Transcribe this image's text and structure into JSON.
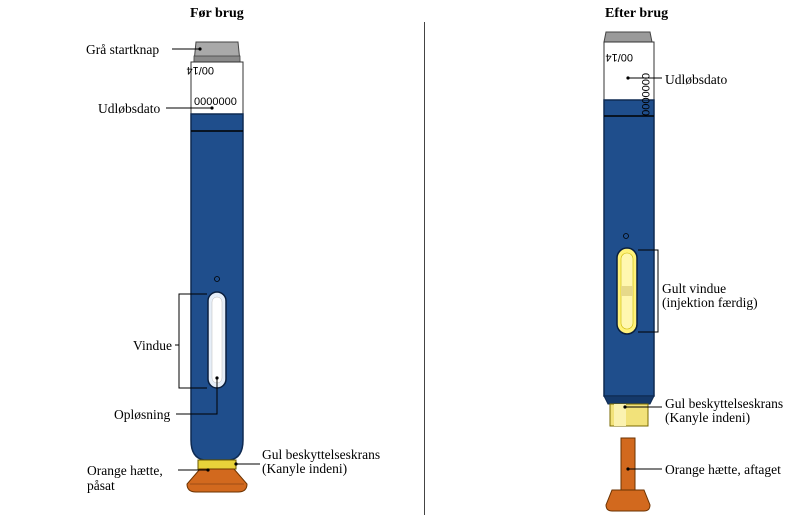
{
  "before": {
    "title": "Før brug",
    "labels": {
      "start_button": "Grå startknap",
      "expiry": "Udløbsdato",
      "window": "Vindue",
      "solution": "Opløsning",
      "collar_line1": "Gul beskyttelseskrans",
      "collar_line2": "(Kanyle indeni)",
      "cap_line1": "Orange hætte,",
      "cap_line2": "påsat"
    },
    "pen_label": {
      "date": "00/14",
      "lot": "0000000"
    }
  },
  "after": {
    "title": "Efter brug",
    "labels": {
      "expiry": "Udløbsdato",
      "window_line1": "Gult vindue",
      "window_line2": "(injektion færdig)",
      "collar_line1": "Gul beskyttelseskrans",
      "collar_line2": "(Kanyle indeni)",
      "cap": "Orange hætte, aftaget"
    },
    "pen_label": {
      "date": "00/14",
      "lot": "0000000"
    }
  },
  "colors": {
    "pen_body": "#1f4e8c",
    "pen_outline": "#0e2a52",
    "start_button": "#a9a9a9",
    "collar": "#e8d23a",
    "cap": "#d2691e",
    "yellow_window": "#fff27a"
  }
}
